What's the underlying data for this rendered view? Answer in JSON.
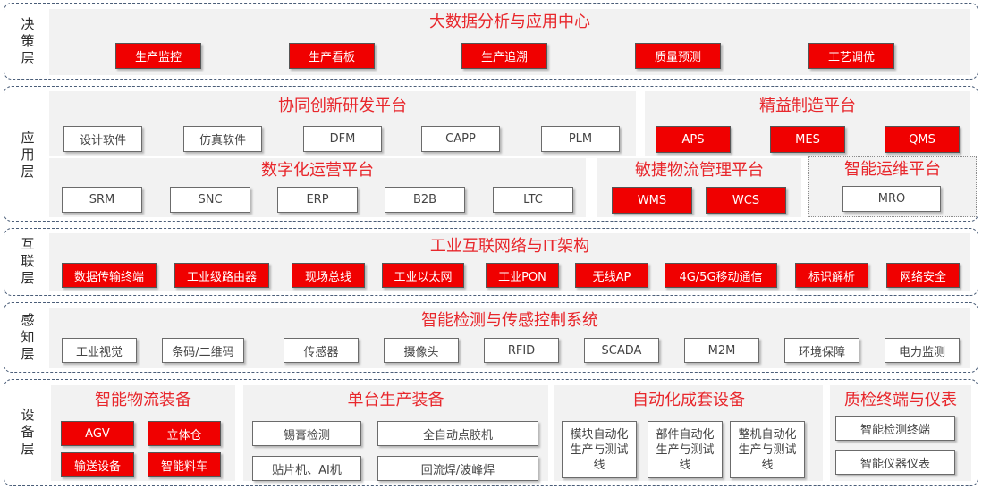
{
  "layers": {
    "decision": "决策层",
    "application": "应用层",
    "interconnect": "互联层",
    "sensing": "感知层",
    "equipment": "设备层"
  },
  "decision": {
    "title": "大数据分析与应用中心",
    "items": [
      "生产监控",
      "生产看板",
      "生产追溯",
      "质量预测",
      "工艺调优"
    ]
  },
  "application": {
    "rd": {
      "title": "协同创新研发平台",
      "items": [
        "设计软件",
        "仿真软件",
        "DFM",
        "CAPP",
        "PLM"
      ]
    },
    "lean": {
      "title": "精益制造平台",
      "items": [
        "APS",
        "MES",
        "QMS"
      ]
    },
    "digital": {
      "title": "数字化运营平台",
      "items": [
        "SRM",
        "SNC",
        "ERP",
        "B2B",
        "LTC"
      ]
    },
    "logistics": {
      "title": "敏捷物流管理平台",
      "items": [
        "WMS",
        "WCS"
      ]
    },
    "ops": {
      "title": "智能运维平台",
      "items": [
        "MRO"
      ]
    }
  },
  "interconnect": {
    "title": "工业互联网络与IT架构",
    "items": [
      "数据传输终端",
      "工业级路由器",
      "现场总线",
      "工业以太网",
      "工业PON",
      "无线AP",
      "4G/5G移动通信",
      "标识解析",
      "网络安全"
    ]
  },
  "sensing": {
    "title": "智能检测与传感控制系统",
    "items": [
      "工业视觉",
      "条码/二维码",
      "传感器",
      "摄像头",
      "RFID",
      "SCADA",
      "M2M",
      "环境保障",
      "电力监测"
    ]
  },
  "equipment": {
    "logistics": {
      "title": "智能物流装备",
      "items": [
        "AGV",
        "立体仓",
        "输送设备",
        "智能料车"
      ]
    },
    "single": {
      "title": "单台生产装备",
      "items": [
        "锡膏检测",
        "全自动点胶机",
        "贴片机、AI机",
        "回流焊/波峰焊"
      ]
    },
    "automation": {
      "title": "自动化成套设备",
      "items": [
        "模块自动化生产与测试线",
        "部件自动化生产与测试线",
        "整机自动化生产与测试线"
      ]
    },
    "quality": {
      "title": "质检终端与仪表",
      "items": [
        "智能检测终端",
        "智能仪器仪表"
      ]
    }
  },
  "colors": {
    "accent_red": "#f00000",
    "title_red": "#e8272c",
    "panel_gray": "#f2f2f2",
    "border_blue": "#4a5d78"
  }
}
